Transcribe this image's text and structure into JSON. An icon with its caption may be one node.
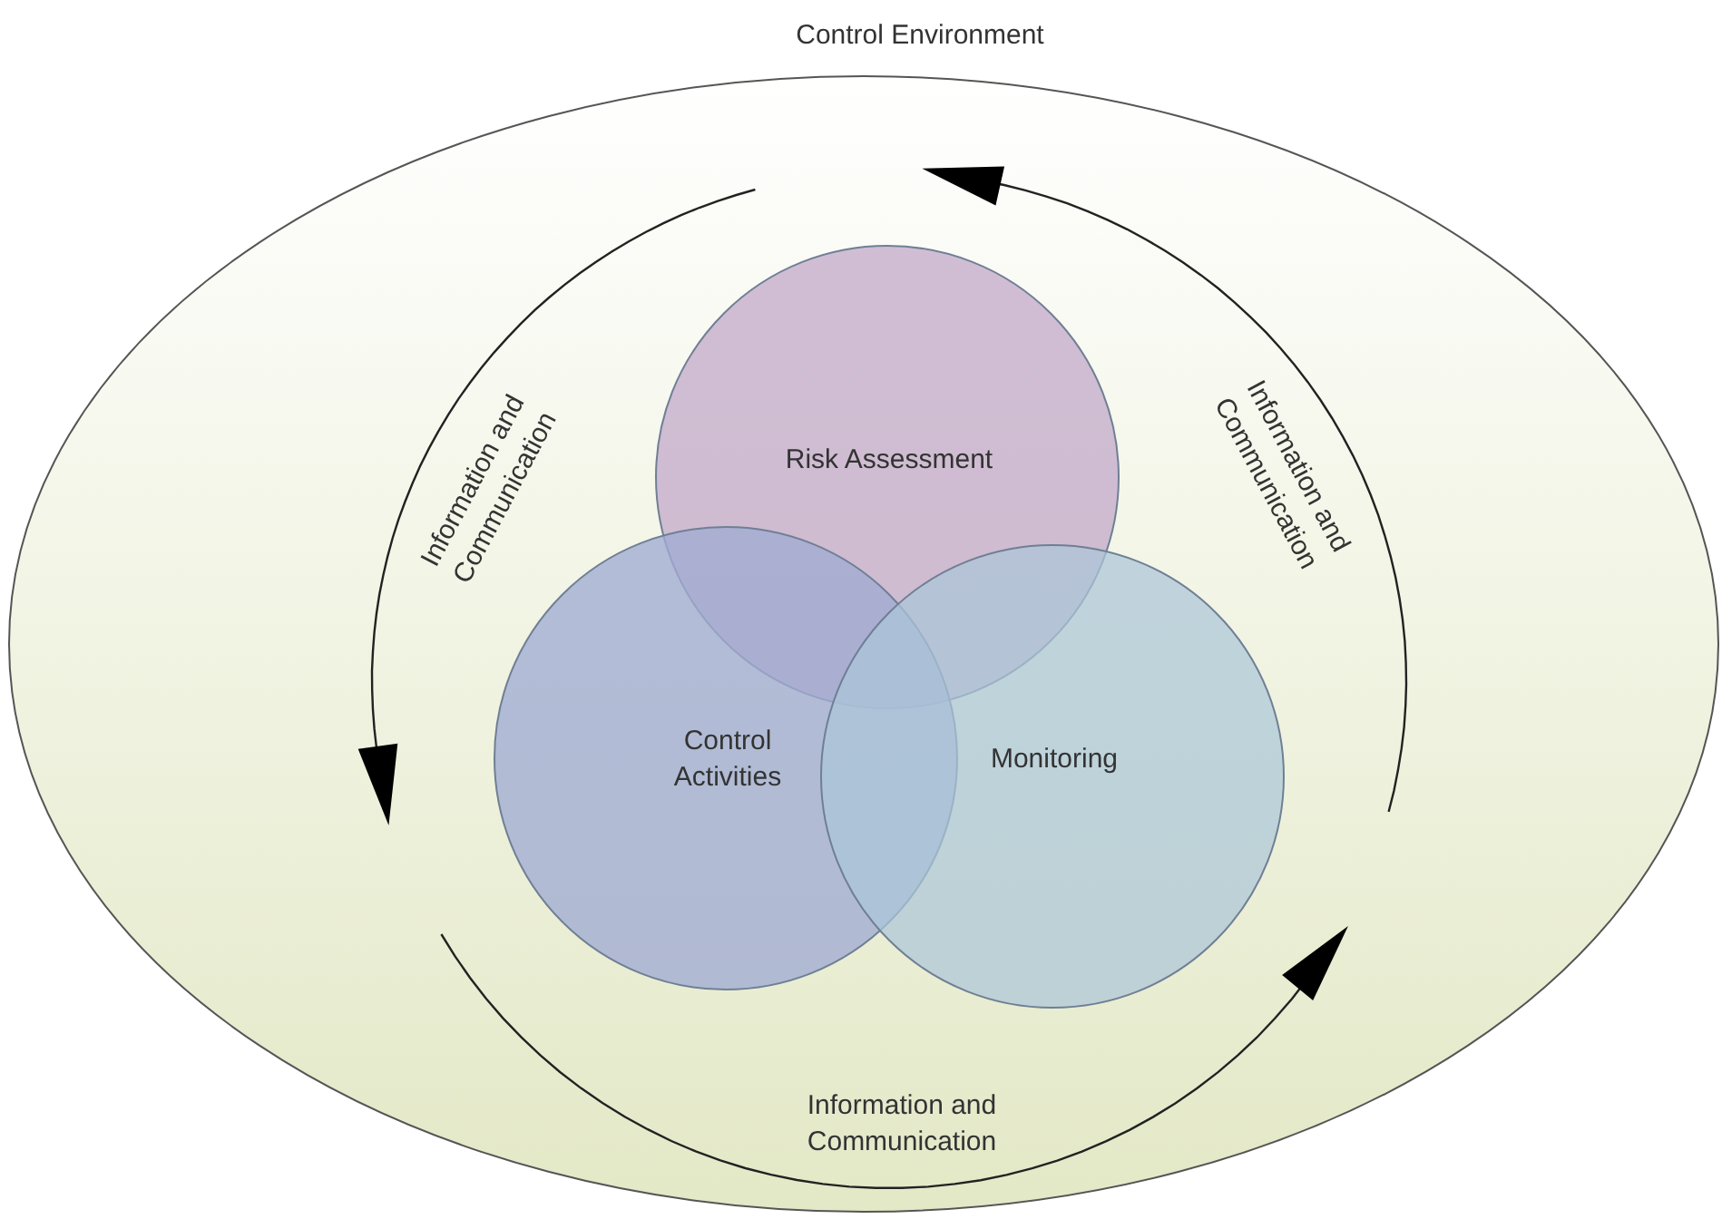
{
  "diagram": {
    "nodes": [
      {
        "text": [
          "Control Environment"
        ]
      },
      {
        "text": [
          "Risk Assessment"
        ],
        "in": 0
      },
      {
        "text": [
          "Control Activities"
        ],
        "in": 0
      },
      {
        "text": [
          "Monitoring"
        ],
        "in": 0
      }
    ],
    "labels": [
      "Information and Communication",
      "Information and Communication",
      "Information and Communication"
    ]
  }
}
